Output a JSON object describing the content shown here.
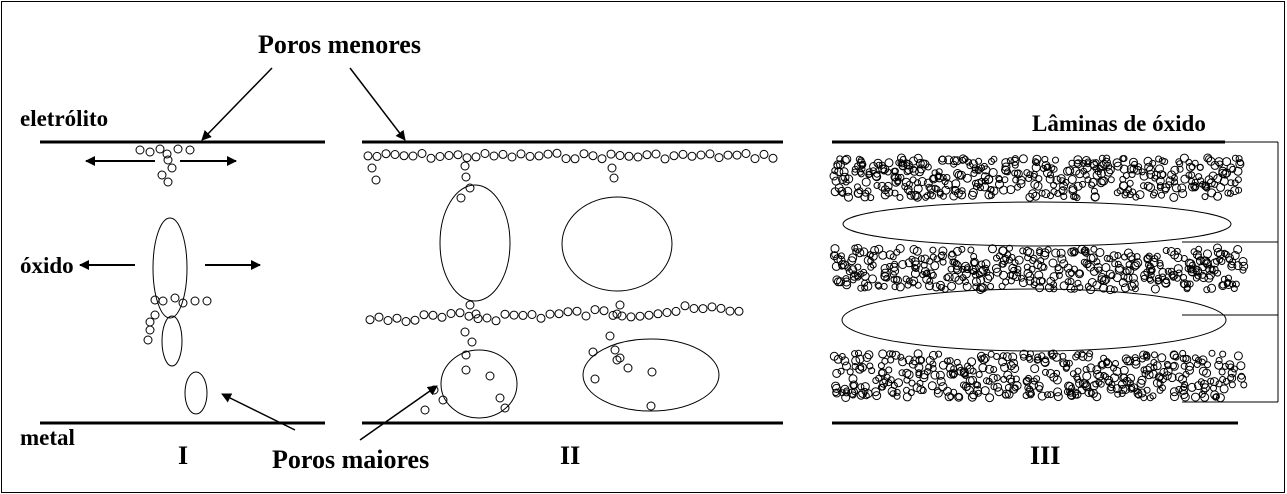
{
  "labels": {
    "poros_menores": "Poros menores",
    "eletrolito": "eletrólito",
    "laminas": "Lâminas de óxido",
    "oxido": "óxido",
    "metal": "metal",
    "poros_maiores": "Poros maiores"
  },
  "panels": [
    {
      "roman": "I"
    },
    {
      "roman": "II"
    },
    {
      "roman": "III"
    }
  ],
  "colors": {
    "ink": "#000000",
    "background": "#ffffff"
  }
}
